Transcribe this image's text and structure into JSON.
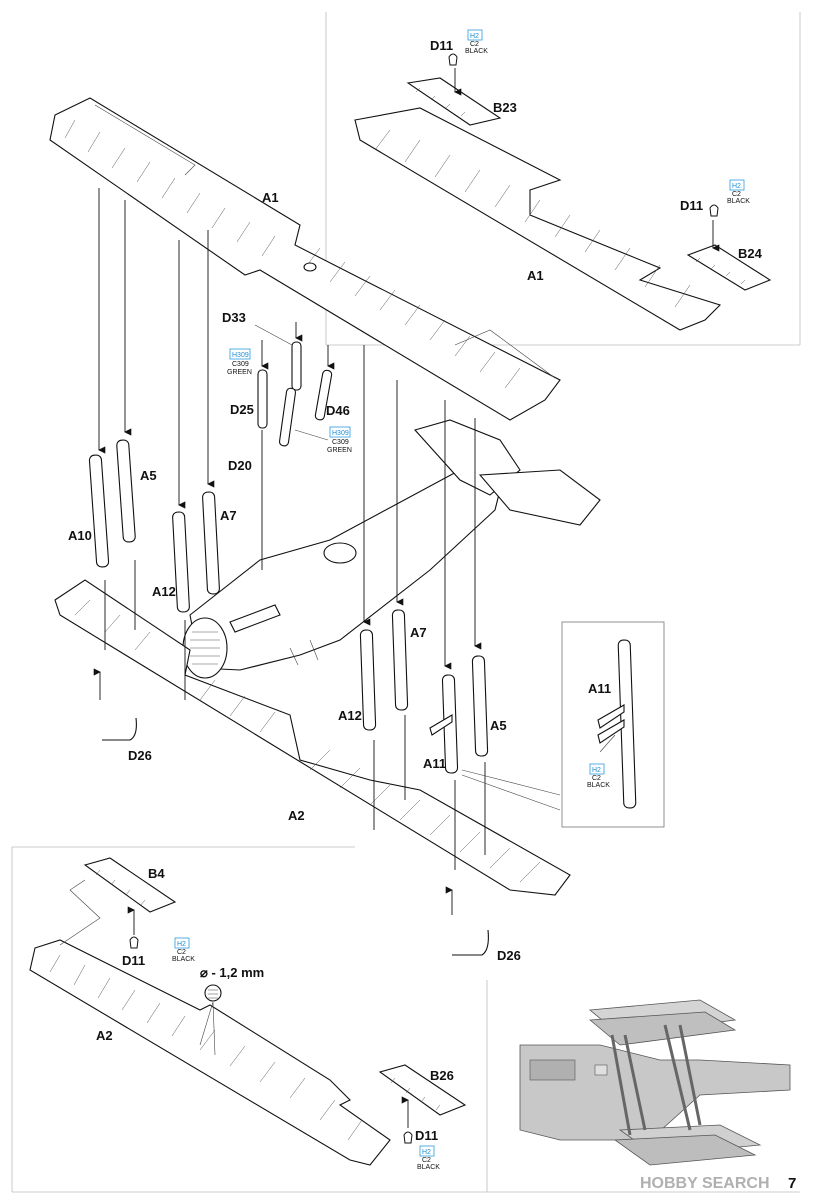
{
  "labels": {
    "D11_top1": "D11",
    "B23": "B23",
    "A1_top": "A1",
    "D11_top2": "D11",
    "B24": "B24",
    "A1_main": "A1",
    "D33": "D33",
    "D25": "D25",
    "D46": "D46",
    "D20": "D20",
    "A10": "A10",
    "A5_left": "A5",
    "A7_left": "A7",
    "A12_left": "A12",
    "A12_right": "A12",
    "A7_right": "A7",
    "A5_right": "A5",
    "A11": "A11",
    "A11_detail": "A11",
    "D26_left": "D26",
    "A2_main": "A2",
    "D26_right": "D26",
    "B4": "B4",
    "D11_bottom1": "D11",
    "A2_bottom": "A2",
    "B26": "B26",
    "D11_bottom2": "D11",
    "drill": "⌀ - 1,2 mm"
  },
  "paint_codes": {
    "black": {
      "hobby": "H2",
      "mr": "C2",
      "name": "BLACK"
    },
    "green": {
      "hobby": "H309",
      "mr": "C309",
      "name": "GREEN"
    }
  },
  "footer": {
    "watermark": "HOBBY SEARCH",
    "page_number": "7"
  },
  "colors": {
    "paint_box": "#2b9be0",
    "line": "#111111",
    "watermark": "#b0b0b0"
  }
}
